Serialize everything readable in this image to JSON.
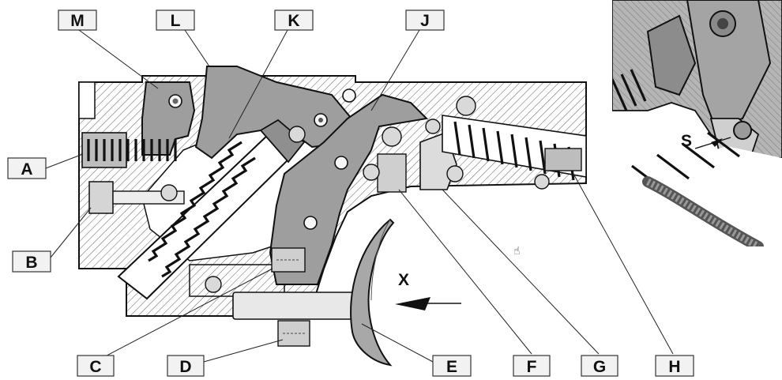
{
  "labels": {
    "M": "M",
    "L": "L",
    "K": "K",
    "J": "J",
    "A": "A",
    "B": "B",
    "C": "C",
    "D": "D",
    "E": "E",
    "F": "F",
    "G": "G",
    "H": "H"
  },
  "annotations": {
    "x_arrow": "X",
    "gap": "S"
  },
  "colors": {
    "background": "#ffffff",
    "part": "#9e9e9e",
    "outline": "#111111"
  }
}
